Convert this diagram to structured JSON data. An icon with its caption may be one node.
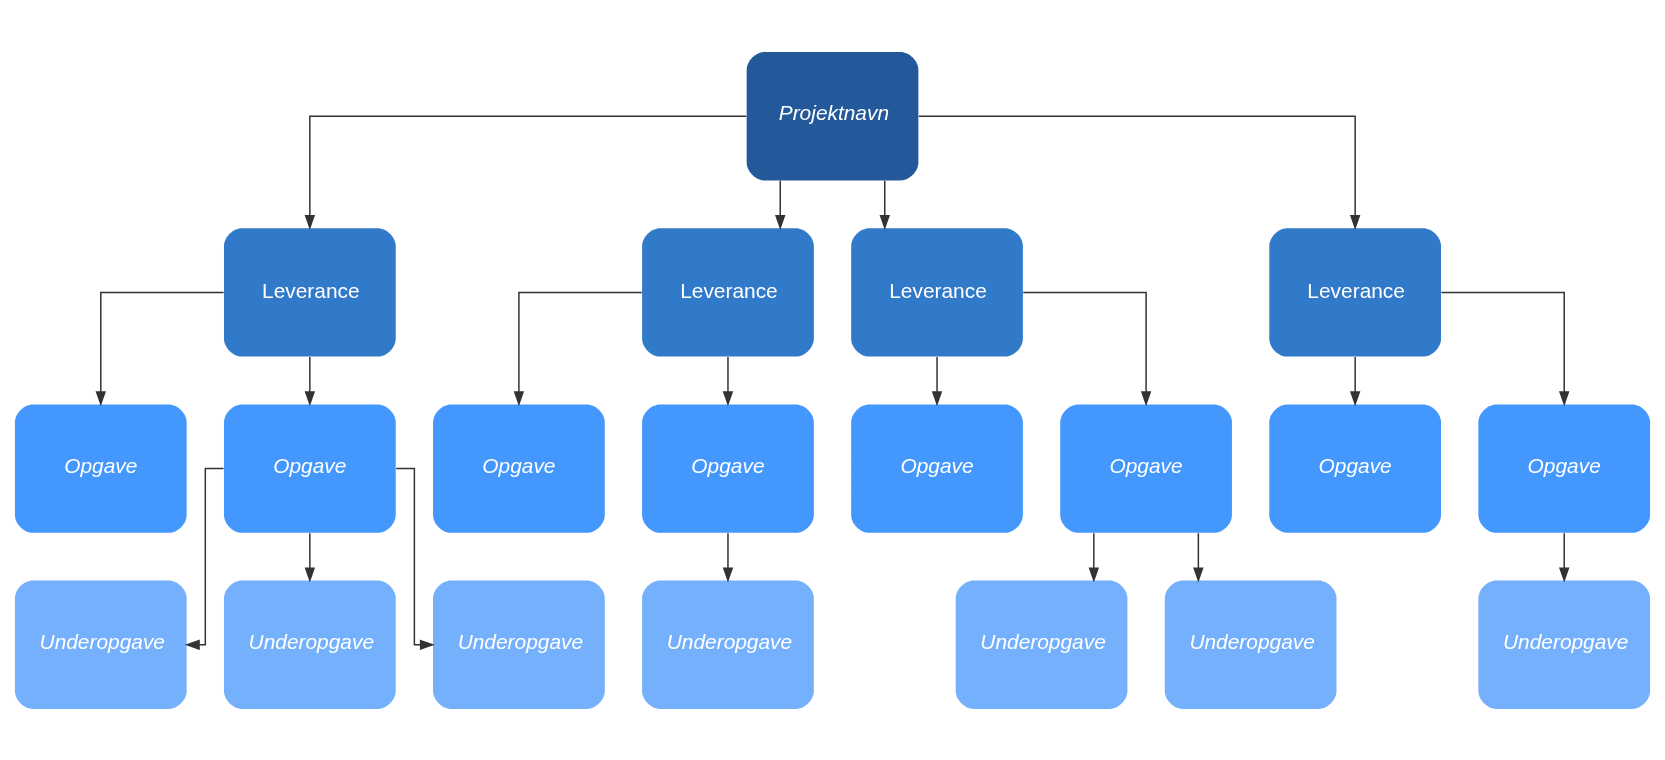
{
  "diagram": {
    "nodes": [
      {
        "text": [
          "Projektnavn"
        ]
      },
      {
        "text": [
          "Leverance"
        ]
      },
      {
        "text": [
          "Leverance"
        ]
      },
      {
        "text": [
          "Leverance"
        ]
      },
      {
        "text": [
          "Leverance"
        ]
      },
      {
        "text": [
          "Opgave"
        ]
      },
      {
        "text": [
          "Opgave"
        ]
      },
      {
        "text": [
          "Opgave"
        ]
      },
      {
        "text": [
          "Opgave"
        ]
      },
      {
        "text": [
          "Opgave"
        ]
      },
      {
        "text": [
          "Opgave"
        ]
      },
      {
        "text": [
          "Opgave"
        ]
      },
      {
        "text": [
          "Opgave"
        ]
      },
      {
        "text": [
          "Underopgave"
        ]
      },
      {
        "text": [
          "Underopgave"
        ]
      },
      {
        "text": [
          "Underopgave"
        ]
      },
      {
        "text": [
          "Underopgave"
        ]
      },
      {
        "text": [
          "Underopgave"
        ]
      },
      {
        "text": [
          "Underopgave"
        ]
      },
      {
        "text": [
          "Underopgave"
        ]
      }
    ],
    "edges": [
      {
        "from": 0,
        "to": 1,
        "arrow": "to"
      },
      {
        "from": 0,
        "to": 2,
        "arrow": "to"
      },
      {
        "from": 0,
        "to": 3,
        "arrow": "to"
      },
      {
        "from": 0,
        "to": 4,
        "arrow": "to"
      },
      {
        "from": 1,
        "to": 5,
        "arrow": "to"
      },
      {
        "from": 1,
        "to": 6,
        "arrow": "to"
      },
      {
        "from": 2,
        "to": 7,
        "arrow": "to"
      },
      {
        "from": 2,
        "to": 8,
        "arrow": "to"
      },
      {
        "from": 3,
        "to": 9,
        "arrow": "to"
      },
      {
        "from": 3,
        "to": 10,
        "arrow": "to"
      },
      {
        "from": 4,
        "to": 11,
        "arrow": "to"
      },
      {
        "from": 4,
        "to": 12,
        "arrow": "to"
      },
      {
        "from": 6,
        "to": 13,
        "arrow": "to"
      },
      {
        "from": 6,
        "to": 14,
        "arrow": "to"
      },
      {
        "from": 6,
        "to": 15,
        "arrow": "to"
      },
      {
        "from": 8,
        "to": 16,
        "arrow": "to"
      },
      {
        "from": 10,
        "to": 17,
        "arrow": "to"
      },
      {
        "from": 10,
        "to": 18,
        "arrow": "to"
      },
      {
        "from": 12,
        "to": 19,
        "arrow": "to"
      }
    ]
  }
}
